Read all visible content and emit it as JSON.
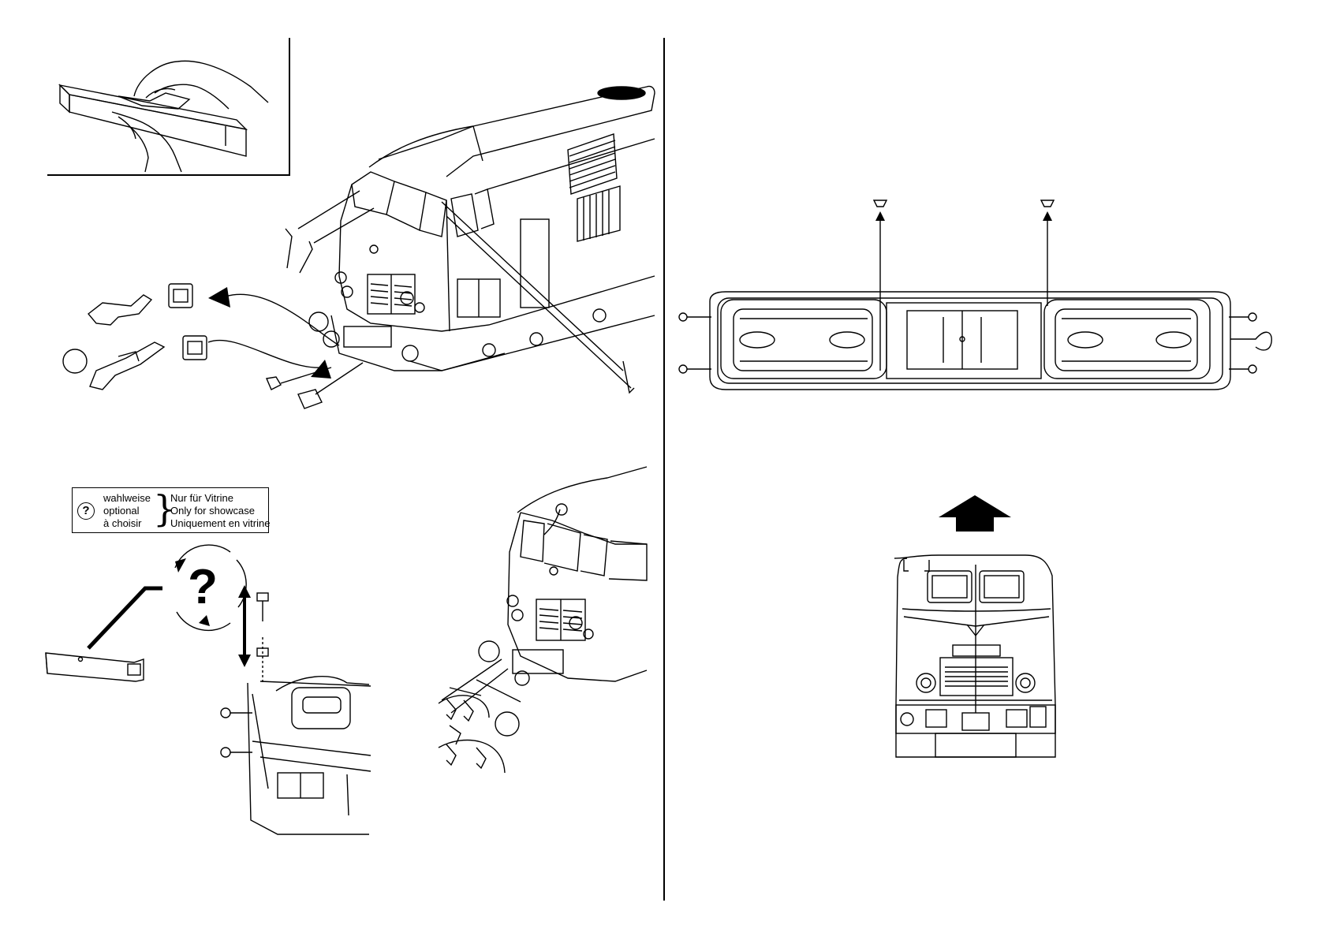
{
  "legend": {
    "icon": "question-mark-icon",
    "options": [
      "wahlweise",
      "optional",
      "à choisir"
    ],
    "showcase": [
      "Nur für Vitrine",
      "Only for showcase",
      "Uniquement en vitrine"
    ]
  },
  "diagram_label": "?",
  "colors": {
    "line": "#000000",
    "background": "#ffffff"
  }
}
